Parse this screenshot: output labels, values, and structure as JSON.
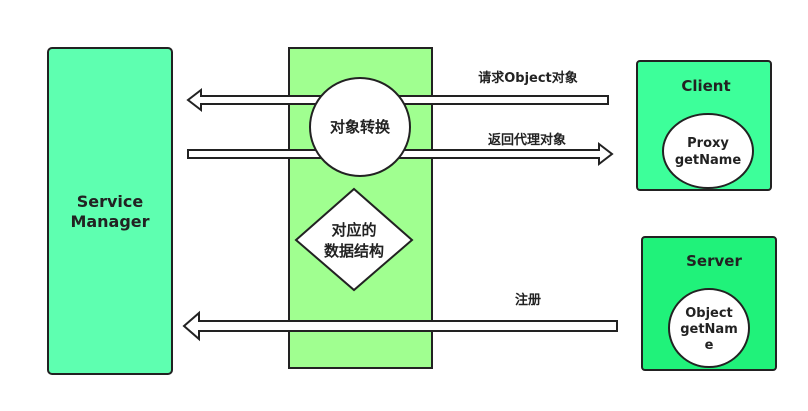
{
  "colors": {
    "service_manager_fill": "#5effb0",
    "middle_fill": "#a0ff90",
    "client_fill": "#3dff9a",
    "server_fill": "#20f27a",
    "shape_stroke": "#222222",
    "node_fill": "#ffffff"
  },
  "nodes": {
    "service_manager": {
      "line1": "Service",
      "line2": "Manager"
    },
    "conversion": {
      "label": "对象转换"
    },
    "data_structure": {
      "line1": "对应的",
      "line2": "数据结构"
    },
    "client": {
      "title": "Client",
      "inner_line1": "Proxy",
      "inner_line2": "getName"
    },
    "server": {
      "title": "Server",
      "inner_line1": "Object",
      "inner_line2": "getNam",
      "inner_line3": "e"
    }
  },
  "edges": {
    "request_object": {
      "label": "请求Object对象"
    },
    "return_proxy": {
      "label": "返回代理对象"
    },
    "register": {
      "label": "注册"
    }
  }
}
